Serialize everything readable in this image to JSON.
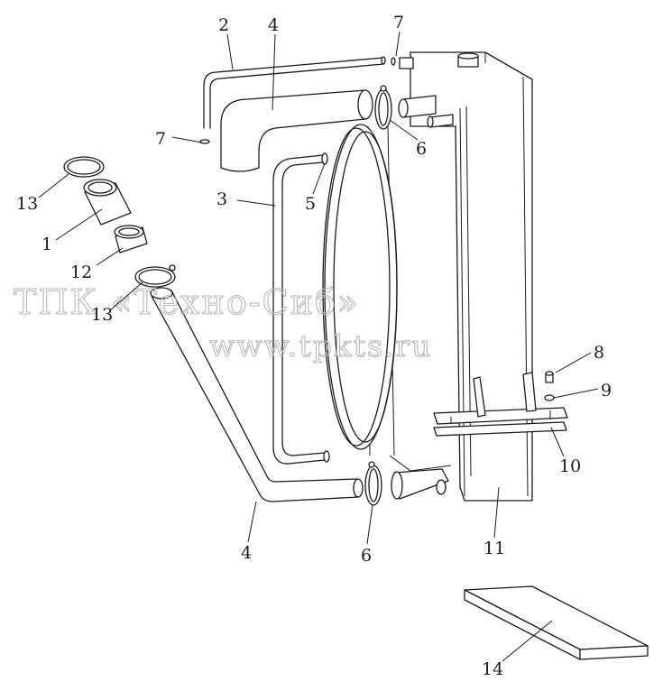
{
  "watermark": {
    "line1": "ТПК «Техно-Сиб»",
    "line2": "www.tpkts.ru"
  },
  "callouts": {
    "c1": "1",
    "c2": "2",
    "c3": "3",
    "c4_top": "4",
    "c4_bottom": "4",
    "c5": "5",
    "c6_top": "6",
    "c6_bottom": "6",
    "c7_top": "7",
    "c7_left": "7",
    "c8": "8",
    "c9": "9",
    "c10": "10",
    "c11": "11",
    "c12": "12",
    "c13_top": "13",
    "c13_bottom": "13",
    "c14": "14"
  },
  "colors": {
    "line": "#1a1a1a",
    "watermark": "#b8b8b8",
    "background": "#ffffff"
  }
}
